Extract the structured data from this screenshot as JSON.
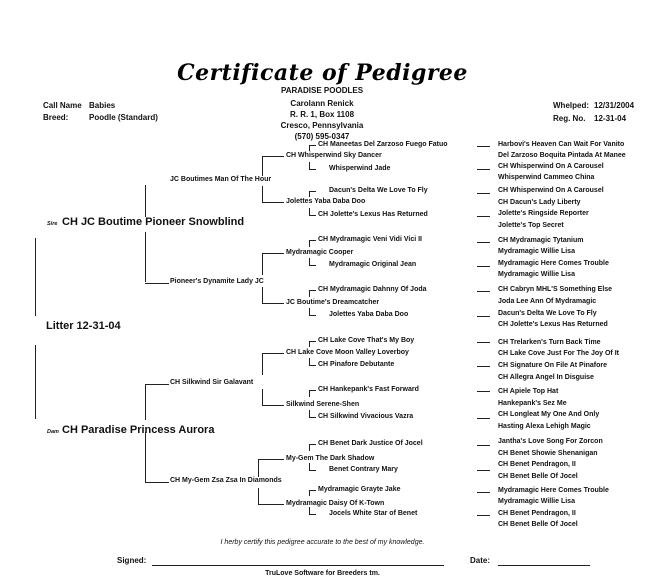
{
  "title": "Certificate of Pedigree",
  "kennel": {
    "name": "PARADISE POODLES",
    "owner": "Carolann Renick",
    "address1": "R. R. 1, Box 1108",
    "address2": "Cresco, Pennsylvania",
    "phone": "(570) 595-0347"
  },
  "call_name": {
    "label": "Call Name",
    "value": "Babies"
  },
  "breed": {
    "label": "Breed:",
    "value": "Poodle (Standard)"
  },
  "whelped": {
    "label": "Whelped:",
    "value": "12/31/2004"
  },
  "reg_no": {
    "label": "Reg. No.",
    "value": "12-31-04"
  },
  "subject": "Litter 12-31-04",
  "sire": {
    "label": "Sire",
    "name": "CH JC Boutime Pioneer Snowblind"
  },
  "dam": {
    "label": "Dam",
    "name": "CH Paradise Princess Aurora"
  },
  "gen2": [
    "JC Boutimes Man Of The Hour",
    "Pioneer's Dynamite Lady JC",
    "CH Silkwind Sir Galavant",
    "CH My-Gem Zsa Zsa In Diamonds"
  ],
  "gen3": [
    "CH Whisperwind Sky Dancer",
    "Jolettes Yaba Daba Doo",
    "Mydramagic Cooper",
    "JC Boutime's Dreamcatcher",
    "CH Lake Cove Moon Valley Loverboy",
    "Silkwind Serene-Shen",
    "My-Gem The Dark Shadow",
    "Mydramagic Daisy Of K-Town"
  ],
  "gen4": [
    "CH Maneetas Del Zarzoso Fuego Fatuo",
    "Whisperwind Jade",
    "Dacun's Delta We Love To Fly",
    "CH Jolette's Lexus Has Returned",
    "CH Mydramagic Veni Vidi Vici II",
    "Mydramagic Original Jean",
    "CH Mydramagic Dahnny Of Joda",
    "Jolettes Yaba Daba Doo",
    "CH Lake Cove That's My Boy",
    "CH Pinafore Debutante",
    "CH Hankepank's Fast Forward",
    "CH Silkwind Vivacious Vazra",
    "CH Benet Dark Justice Of Jocel",
    "Benet Contrary Mary",
    "Mydramagic Grayte Jake",
    "Jocels White Star of Benet"
  ],
  "gen5": [
    "Harbovi's Heaven Can Wait For Vanito",
    "Del Zarzoso Boquita Pintada At Manee",
    "CH Whisperwind On A Carousel",
    "Whisperwind Cammeo China",
    "CH Whisperwind On A Carousel",
    "CH Dacun's Lady Liberty",
    "Jolette's Ringside Reporter",
    "Jolette's Top Secret",
    "CH Mydramagic Tytanium",
    "Mydramagic Willie Lisa",
    "Mydramagic Here Comes Trouble",
    "Mydramagic Willie Lisa",
    "CH Cabryn MHL'S Something Else",
    "Joda Lee Ann Of Mydramagic",
    "Dacun's Delta We Love To Fly",
    "CH Jolette's Lexus Has Returned",
    "CH Trelarken's Turn Back Time",
    "CH Lake Cove Just For The Joy Of It",
    "CH Signature On File At Pinafore",
    "CH Allegra Angel In Disguise",
    "CH Apiele Top Hat",
    "Hankepank's Sez Me",
    "CH Longleat My One And Only",
    "Hasting Alexa Lehigh Magic",
    "Jantha's Love Song For Zorcon",
    "CH Benet Showie Shenanigan",
    "CH Benet Pendragon, II",
    "CH Benet Belle Of Jocel",
    "Mydramagic Here Comes Trouble",
    "Mydramagic Willie Lisa",
    "CH Benet Pendragon, II",
    "CH Benet Belle Of Jocel"
  ],
  "certify_text": "I herby certify this pedigree accurate to the best of my knowledge.",
  "signed_label": "Signed:",
  "date_label": "Date:",
  "footer": "TruLove Software for Breeders tm."
}
